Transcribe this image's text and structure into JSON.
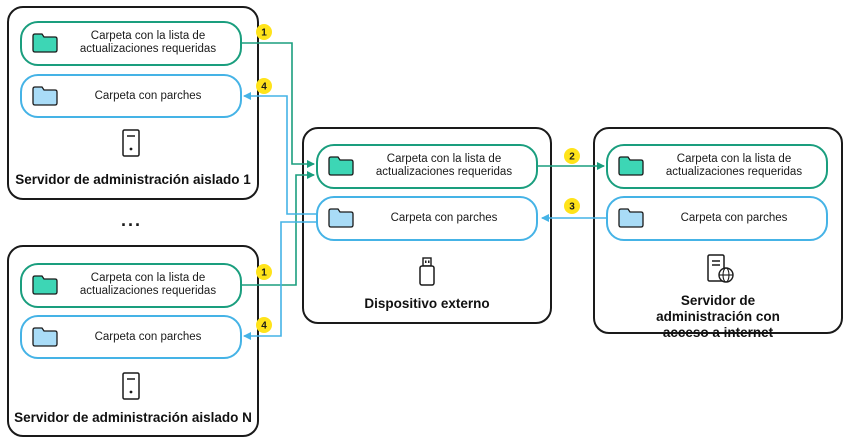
{
  "folders": {
    "updates_list": "Carpeta con la lista de actualizaciones requeridas",
    "patches": "Carpeta con parches"
  },
  "servers": {
    "isolated_1": "Servidor de administración aislado 1",
    "isolated_n": "Servidor de administración aislado N",
    "external_device": "Dispositivo externo",
    "internet_server": "Servidor de administración con acceso a internet"
  },
  "ellipsis": "...",
  "steps": [
    "1",
    "2",
    "3",
    "4"
  ],
  "colors": {
    "green": "#1a9e7e",
    "blue": "#45b3e6",
    "badge": "#ffe31a",
    "folder_green": "#3dd6b5",
    "folder_blue": "#a9dcf7"
  }
}
